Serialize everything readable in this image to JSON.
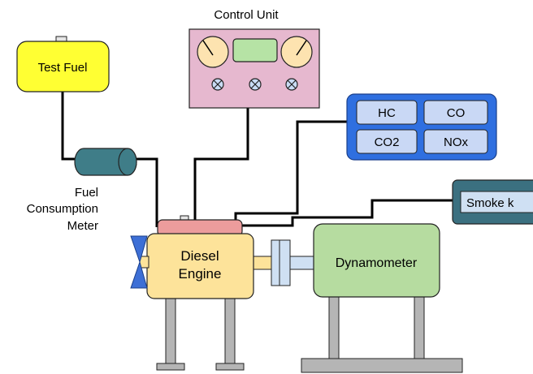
{
  "diagram": {
    "control_unit": {
      "title": "Control Unit"
    },
    "test_fuel": {
      "label": "Test Fuel"
    },
    "fuel_meter": {
      "line1": "Fuel",
      "line2": "Consumption",
      "line3": "Meter"
    },
    "engine": {
      "line1": "Diesel",
      "line2": "Engine"
    },
    "dynamometer": {
      "label": "Dynamometer"
    },
    "gas_analyzer": {
      "hc": "HC",
      "co": "CO",
      "co2": "CO2",
      "nox": "NOx"
    },
    "smoke_meter": {
      "label": "Smoke k"
    }
  },
  "colors": {
    "fuel_tank": "#ffff33",
    "control_unit": "#e6b8cf",
    "display": "#b6e3a5",
    "dial": "#fde3b0",
    "gas_analyzer_bg": "#2f6fe0",
    "gas_cell": "#c9d8f5",
    "smoke_outer": "#3b7080",
    "smoke_inner": "#cfe0f3",
    "meter": "#3f7d88",
    "engine": "#fde39a",
    "engine_head": "#ec9c9c",
    "propeller": "#3d6fd6",
    "shaft": "#fde39a",
    "coupling": "#cfe0f3",
    "dyno": "#b6dca0",
    "legs": "#b5b5b5"
  }
}
